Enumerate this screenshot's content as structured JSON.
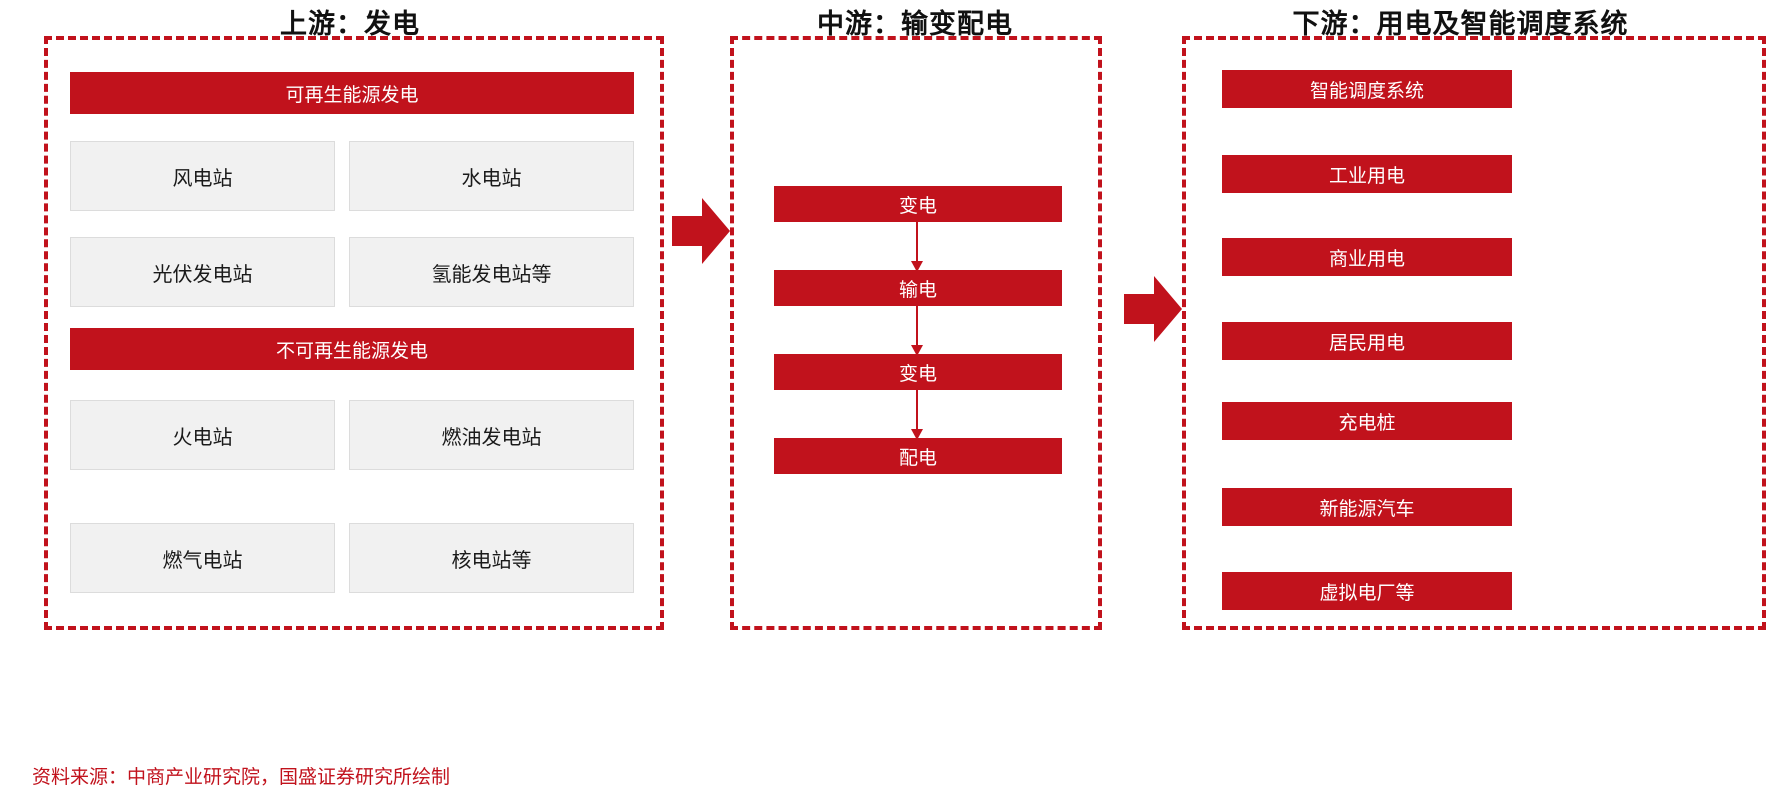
{
  "colors": {
    "brand_red": "#C1121C",
    "gray_box_bg": "#F1F1F1",
    "gray_box_border": "#DCDCDC",
    "title_text": "#111111"
  },
  "titles": {
    "upstream": "上游：发电",
    "midstream": "中游：输变配电",
    "downstream": "下游：用电及智能调度系统"
  },
  "upstream": {
    "renewable_header": "可再生能源发电",
    "renewable_items": [
      "风电站",
      "水电站",
      "光伏发电站",
      "氢能发电站等"
    ],
    "nonrenewable_header": "不可再生能源发电",
    "nonrenewable_items": [
      "火电站",
      "燃油发电站",
      "燃气电站",
      "核电站等"
    ]
  },
  "midstream": {
    "flow": [
      "变电",
      "输电",
      "变电",
      "配电"
    ]
  },
  "downstream": {
    "items": [
      "智能调度系统",
      "工业用电",
      "商业用电",
      "居民用电",
      "充电桩",
      "新能源汽车",
      "虚拟电厂等"
    ]
  },
  "footer": {
    "source": "资料来源：中商产业研究院，国盛证券研究所绘制"
  }
}
